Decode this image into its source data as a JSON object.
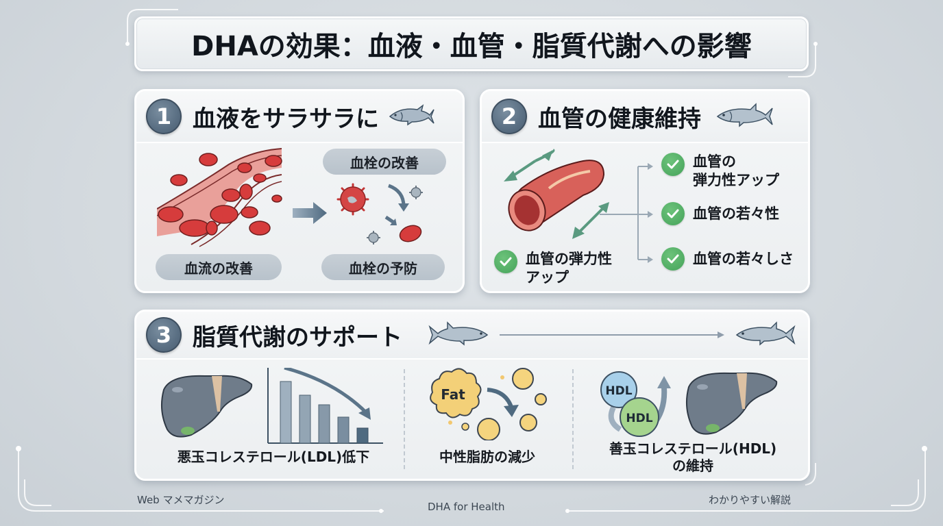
{
  "title": "DHAの効果：血液・血管・脂質代謝への影響",
  "panels": {
    "blood": {
      "number": "1",
      "title": "血液をサラサラに",
      "labels": {
        "blood_flow": "血流の改善",
        "thrombus_improve": "血栓の改善",
        "thrombus_prevent": "血栓の予防"
      }
    },
    "vessel": {
      "number": "2",
      "title": "血管の健康維持",
      "left_check": "血管の弾力性\nアップ",
      "left_check_lines": [
        "血管の弾力性",
        "アップ"
      ],
      "checks": [
        {
          "lines": [
            "血管の",
            "弾力性アップ"
          ]
        },
        {
          "lines": [
            "血管の若々性"
          ]
        },
        {
          "lines": [
            "血管の若々しさ"
          ]
        }
      ]
    },
    "lipid": {
      "number": "3",
      "title": "脂質代謝のサポート",
      "items": [
        {
          "label": "悪玉コレステロール(LDL)低下"
        },
        {
          "label": "中性脂肪の減少",
          "badge": "Fat"
        },
        {
          "label_lines": [
            "善玉コレステロール(HDL)",
            "の維持"
          ],
          "badges": [
            "HDL",
            "HDL"
          ]
        }
      ]
    }
  },
  "footer": {
    "left": "Web マメマガジン",
    "center": "DHA for Health",
    "right": "わかりやすい解説"
  },
  "colors": {
    "background": "#d3d9de",
    "badge": "#5a6f83",
    "check_green": "#4faa60",
    "blood_red": "#d13b3b",
    "arrow_slate": "#4f6a80",
    "arrow_green": "#5a9a80",
    "fat_yellow": "#f3d078",
    "hdl_blue": "#a8d0ea",
    "hdl_green": "#a5d48e"
  }
}
